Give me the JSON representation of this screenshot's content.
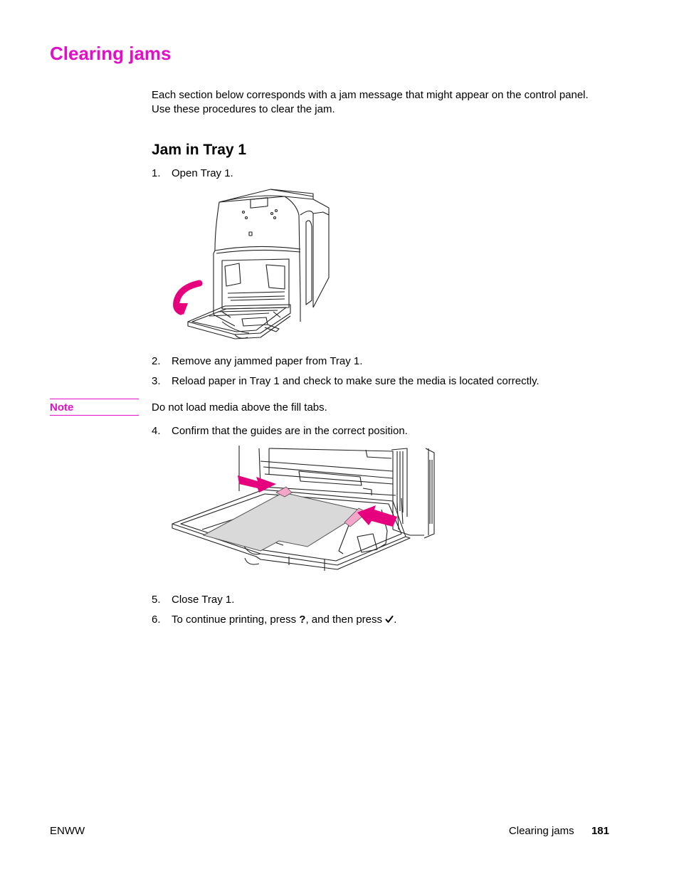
{
  "page": {
    "title": "Clearing jams",
    "intro": [
      "Each section below corresponds with a jam message that might appear on the control panel.",
      "Use these procedures to clear the jam."
    ],
    "section_title": "Jam in Tray 1",
    "steps": [
      {
        "num": "1.",
        "text": "Open Tray 1."
      },
      {
        "num": "2.",
        "text": "Remove any jammed paper from Tray 1."
      },
      {
        "num": "3.",
        "text": "Reload paper in Tray 1 and check to make sure the media is located correctly."
      },
      {
        "num": "4.",
        "text": "Confirm that the guides are in the correct position."
      },
      {
        "num": "5.",
        "text": "Close Tray 1."
      },
      {
        "num": "6.",
        "text_before": "To continue printing, press ",
        "key": "?",
        "text_mid": ", and then press ",
        "text_after": "."
      }
    ],
    "note": {
      "label": "Note",
      "text": "Do not load media above the fill tabs."
    },
    "footer": {
      "left": "ENWW",
      "section": "Clearing jams",
      "page_number": "181"
    }
  },
  "colors": {
    "accent": "#e20ec8",
    "arrow": "#e6007e",
    "guide_tab": "#f4a6c8",
    "paper": "#d9d9d9"
  },
  "icons": {
    "check": "checkmark-icon"
  }
}
